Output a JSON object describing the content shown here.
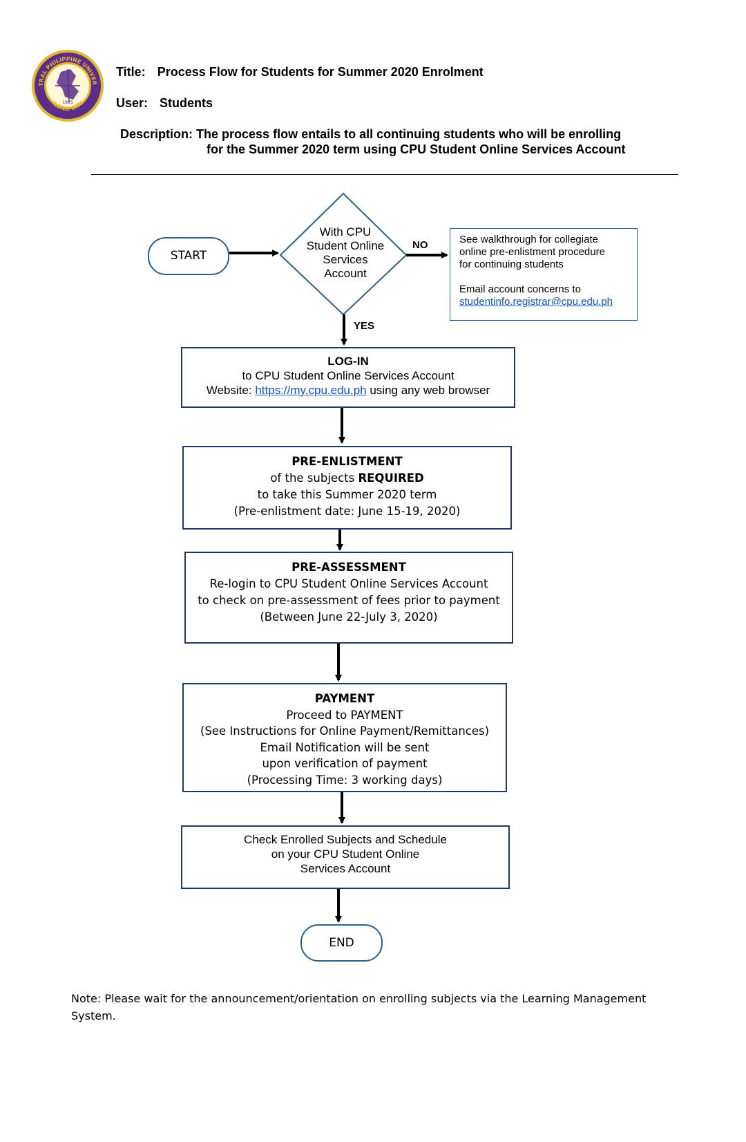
{
  "logo": {
    "ring_text_top": "CENTRAL PHILIPPINE UNIVERSITY",
    "ring_text_bottom": "ILOILO CITY",
    "year": "1905",
    "seal_color": "#5b2c8a",
    "gold_color": "#e2b82a"
  },
  "header": {
    "title_label": "Title:",
    "title_value": "Process Flow for Students for Summer 2020 Enrolment",
    "user_label": "User:",
    "user_value": "Students",
    "description_label": "Description:",
    "description_line1": "The process flow entails to all continuing students who will be enrolling",
    "description_line2": "for the Summer 2020 term using CPU Student Online Services Account"
  },
  "flow": {
    "start": "START",
    "decision": [
      "With CPU",
      "Student Online",
      "Services",
      "Account"
    ],
    "no_label": "NO",
    "yes_label": "YES",
    "no_note": {
      "line1": "See walkthrough for collegiate",
      "line2": "online pre-enlistment procedure",
      "line3": "for continuing students",
      "line4": "Email account concerns to",
      "email": "studentinfo.registrar@cpu.edu.ph"
    },
    "login": {
      "heading": "LOG-IN",
      "line1": "to CPU Student Online Services Account",
      "website_label": "Website: ",
      "url": "https://my.cpu.edu.ph",
      "url_suffix": " using any web browser"
    },
    "preenlistment": {
      "heading": "PRE-ENLISTMENT",
      "line1_a": "of the subjects ",
      "line1_b": "REQUIRED",
      "line2": "to take this Summer 2020 term",
      "line3": "(Pre-enlistment date: June 15-19, 2020)"
    },
    "preassessment": {
      "heading": "PRE-ASSESSMENT",
      "line1": "Re-login to CPU Student Online Services Account",
      "line2": "to check on pre-assessment of fees prior to payment",
      "line3": "(Between June 22-July 3, 2020)"
    },
    "payment": {
      "heading": "PAYMENT",
      "line1": "Proceed to PAYMENT",
      "line2": "(See Instructions for Online Payment/Remittances)",
      "line3": "Email Notification will be sent",
      "line4": "upon verification of payment",
      "line5": "(Processing Time: 3 working days)"
    },
    "check": {
      "line1": "Check Enrolled Subjects and Schedule",
      "line2": "on your CPU Student Online",
      "line3": "Services Account"
    },
    "end": "END"
  },
  "note": {
    "line1": "Note: Please wait for the announcement/orientation on enrolling subjects via the Learning Management",
    "line2": "System."
  }
}
